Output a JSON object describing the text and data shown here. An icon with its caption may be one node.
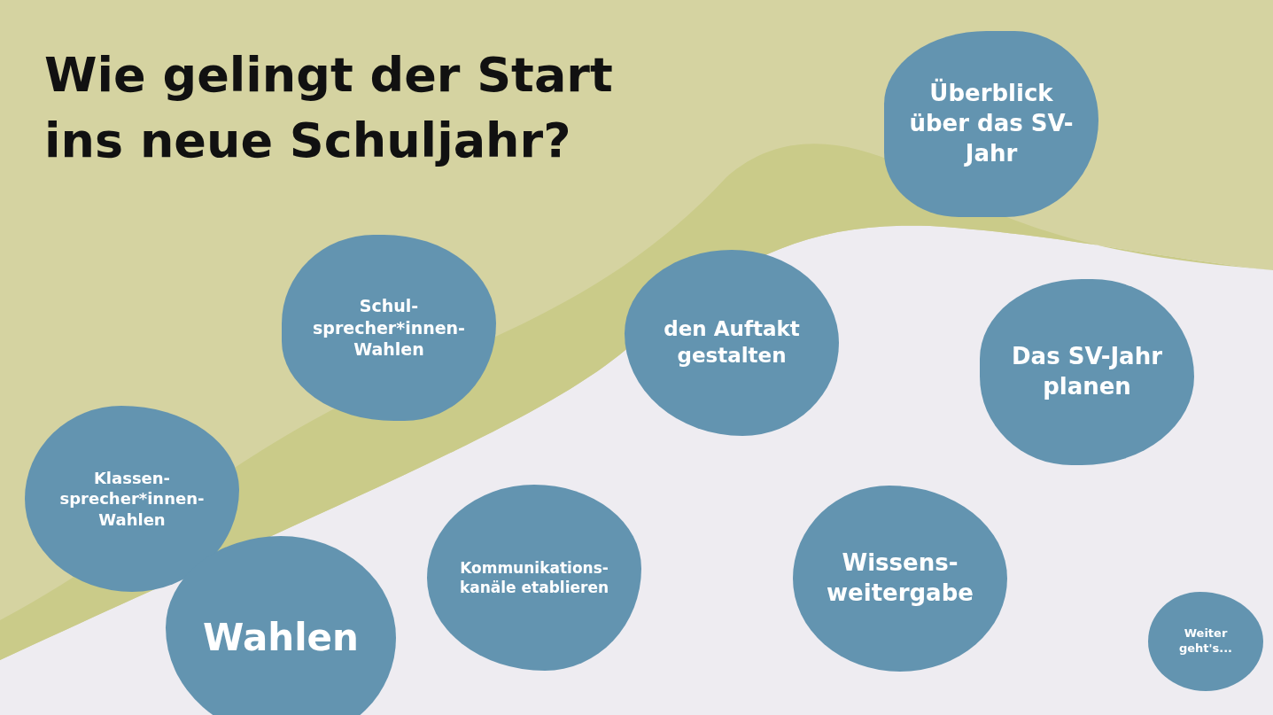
{
  "diagram": {
    "title": "Wie gelingt der Start ins neue Schuljahr?",
    "nodes": [
      {
        "text": [
          "Überblick über das SV-Jahr"
        ]
      },
      {
        "text": [
          "Schul-sprecher*innen-Wahlen"
        ]
      },
      {
        "text": [
          "den Auftakt gestalten"
        ]
      },
      {
        "text": [
          "Das SV-Jahr planen"
        ]
      },
      {
        "text": [
          "Klassen-sprecher*innen-Wahlen"
        ]
      },
      {
        "text": [
          "Kommunikations-kanäle etablieren"
        ]
      },
      {
        "text": [
          "Wissens-weitergabe"
        ]
      },
      {
        "text": [
          "Wahlen"
        ]
      },
      {
        "text": [
          "Weiter geht's..."
        ]
      }
    ]
  }
}
